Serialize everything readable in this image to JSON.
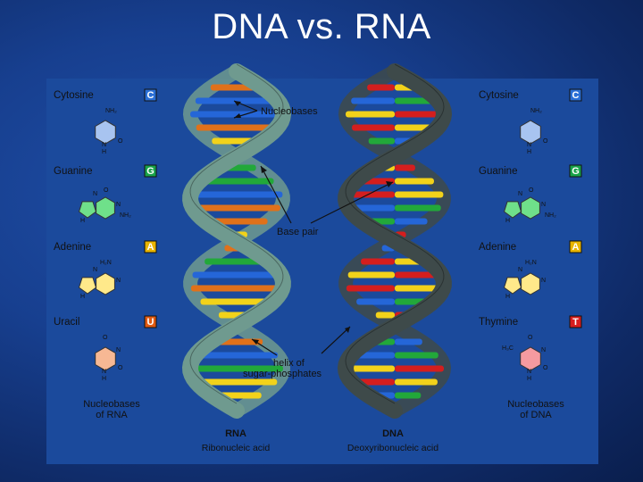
{
  "title": "DNA vs. RNA",
  "rna_panel": {
    "bases": [
      {
        "name": "Cytosine",
        "letter": "C",
        "letter_color": "#2a6fd6",
        "ring_color": "#a8c4f0",
        "group": "NH₂"
      },
      {
        "name": "Guanine",
        "letter": "G",
        "letter_color": "#19a34a",
        "ring_color": "#6fe08a",
        "group": "NH₂"
      },
      {
        "name": "Adenine",
        "letter": "A",
        "letter_color": "#e8b400",
        "ring_color": "#ffe98a",
        "group": "H₂N"
      },
      {
        "name": "Uracil",
        "letter": "U",
        "letter_color": "#e05a12",
        "ring_color": "#f7b894",
        "group": ""
      }
    ],
    "caption_line1": "Nucleobases",
    "caption_line2": "of RNA"
  },
  "dna_panel": {
    "bases": [
      {
        "name": "Cytosine",
        "letter": "C",
        "letter_color": "#2a6fd6",
        "ring_color": "#a8c4f0",
        "group": "NH₂"
      },
      {
        "name": "Guanine",
        "letter": "G",
        "letter_color": "#19a34a",
        "ring_color": "#6fe08a",
        "group": "NH₂"
      },
      {
        "name": "Adenine",
        "letter": "A",
        "letter_color": "#e8b400",
        "ring_color": "#ffe98a",
        "group": "H₂N"
      },
      {
        "name": "Thymine",
        "letter": "T",
        "letter_color": "#d81e1e",
        "ring_color": "#f59aa0",
        "group": "H₃C"
      }
    ],
    "caption_line1": "Nucleobases",
    "caption_line2": "of DNA"
  },
  "annotations": {
    "nucleobases": "Nucleobases",
    "base_pair": "Base pair",
    "helix_line1": "helix of",
    "helix_line2": "sugar-phosphates"
  },
  "helices": {
    "rna_name": "RNA",
    "rna_full": "Ribonucleic acid",
    "dna_name": "DNA",
    "dna_full": "Deoxyribonucleic acid"
  },
  "atoms": {
    "N": "N",
    "H": "H",
    "O": "O"
  },
  "colors": {
    "panel_bg": "#1b4a9c",
    "rna_backbone": "#6f9a8f",
    "dna_backbone": "#3e4a4a",
    "rung_orange": "#e0711a",
    "rung_blue": "#2566d8",
    "rung_yellow": "#f2d21a",
    "rung_green": "#22a83a",
    "rung_red": "#d41e1e"
  }
}
